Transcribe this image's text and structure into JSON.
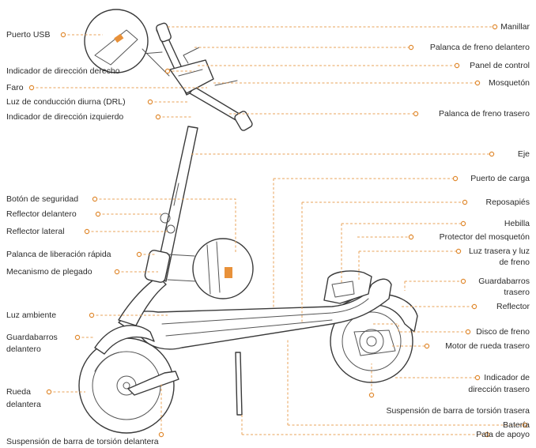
{
  "labels": {
    "usb_port": "Puerto USB",
    "right_turn_indicator": "Indicador de dirección derecho",
    "headlight": "Faro",
    "drl": "Luz de conducción diurna (DRL)",
    "left_turn_indicator": "Indicador de dirección izquierdo",
    "safety_button": "Botón de seguridad",
    "front_reflector": "Reflector delantero",
    "side_reflector": "Reflector lateral",
    "quick_release_lever": "Palanca de liberación rápida",
    "folding_mechanism": "Mecanismo de plegado",
    "ambient_light": "Luz ambiente",
    "front_fender_1": "Guardabarros",
    "front_fender_2": "delantero",
    "front_wheel_1": "Rueda",
    "front_wheel_2": "delantera",
    "front_torsion_suspension": "Suspensión de barra de torsión delantera",
    "handlebar": "Manillar",
    "front_brake_lever": "Palanca de freno delantero",
    "control_panel": "Panel de control",
    "carabiner": "Mosquetón",
    "rear_brake_lever": "Palanca de freno trasero",
    "stem": "Eje",
    "charging_port": "Puerto de carga",
    "footrest": "Reposapiés",
    "buckle": "Hebilla",
    "carabiner_guard": "Protector del mosquetón",
    "rear_brake_light_1": "Luz trasera y luz",
    "rear_brake_light_2": "de freno",
    "rear_fender_1": "Guardabarros",
    "rear_fender_2": "trasero",
    "reflector": "Reflector",
    "brake_disc": "Disco de freno",
    "rear_hub_motor": "Motor de rueda trasero",
    "rear_turn_indicator_1": "Indicador de",
    "rear_turn_indicator_2": "dirección trasero",
    "rear_torsion_suspension": "Suspensión de barra de torsión trasera",
    "battery": "Batería",
    "kickstand": "Pata de apoyo"
  },
  "colors": {
    "leader_line": "#e8a35a",
    "leader_dot": "#e08a30",
    "text": "#2b2b2b",
    "drawing": "#3a3a3a"
  }
}
